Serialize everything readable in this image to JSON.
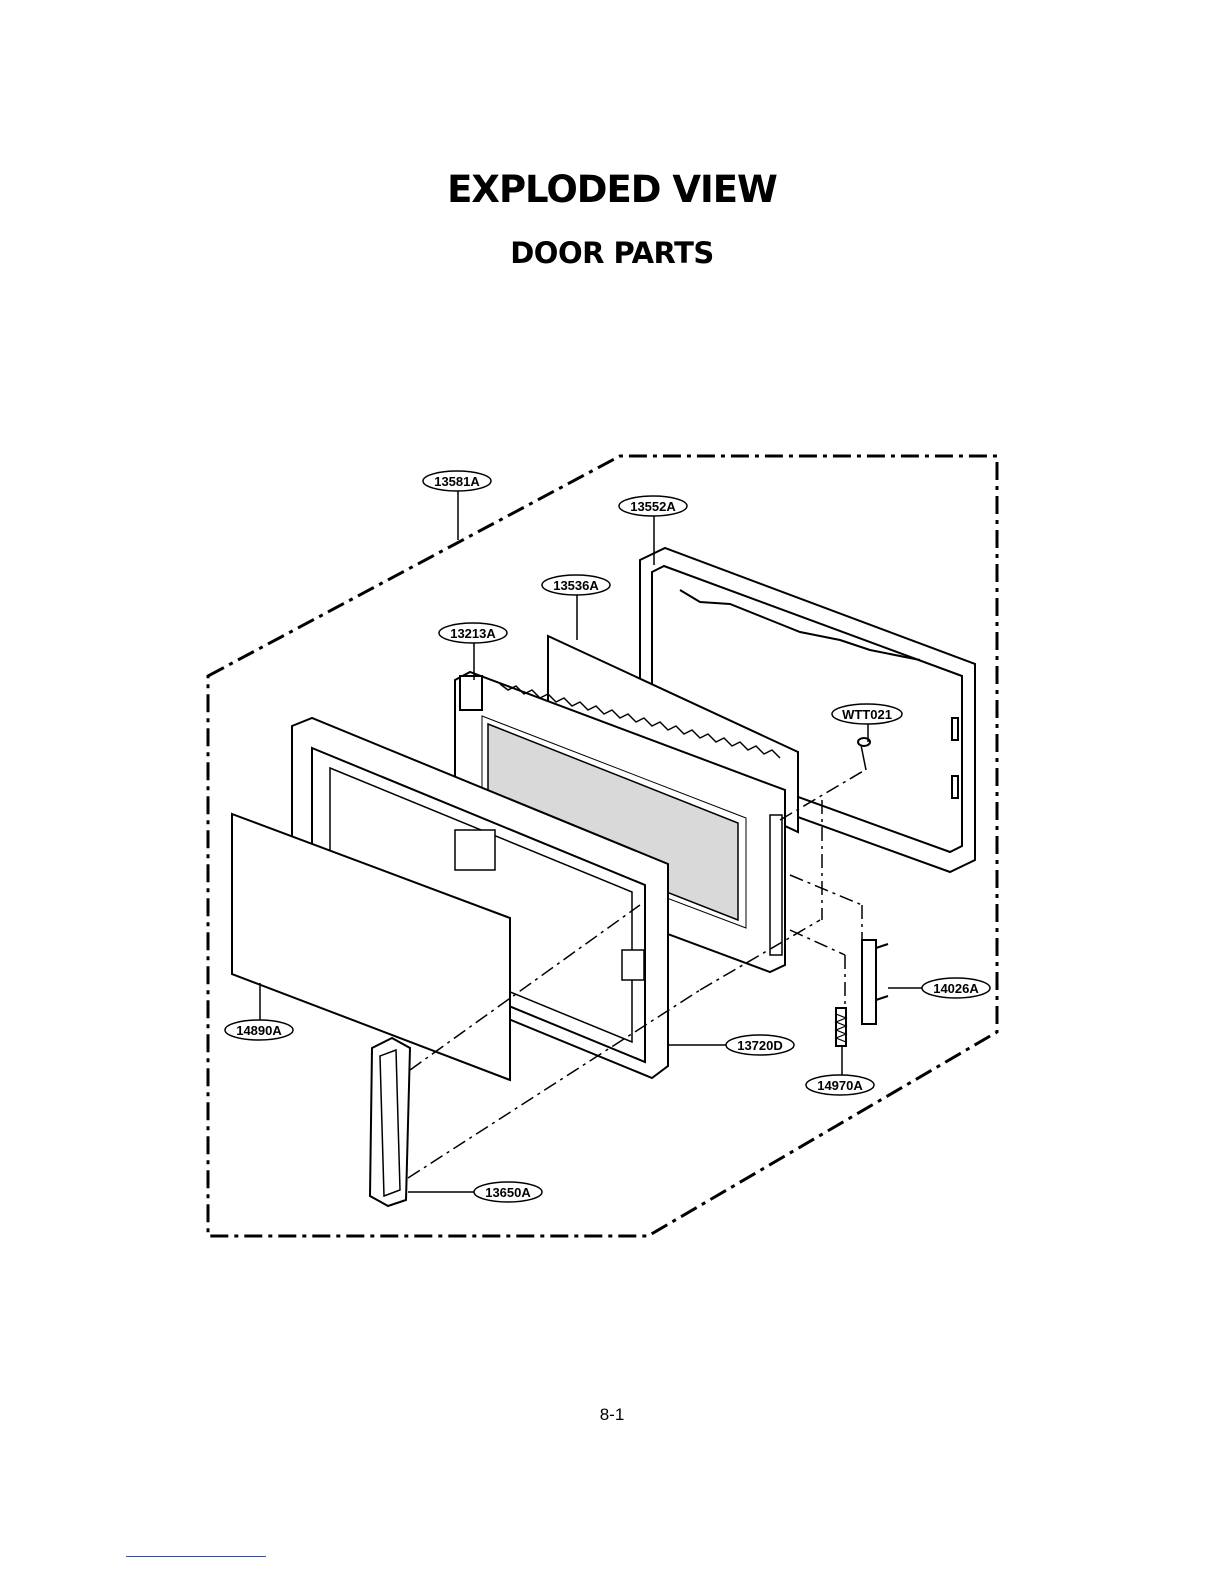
{
  "header": {
    "title": "EXPLODED VIEW",
    "subtitle": "DOOR PARTS"
  },
  "parts": [
    {
      "code": "13581A"
    },
    {
      "code": "13552A"
    },
    {
      "code": "13536A"
    },
    {
      "code": "13213A"
    },
    {
      "code": "WTT021"
    },
    {
      "code": "14890A"
    },
    {
      "code": "13720D"
    },
    {
      "code": "14026A"
    },
    {
      "code": "14970A"
    },
    {
      "code": "13650A"
    }
  ],
  "footer": {
    "page_number": "8-1"
  },
  "colors": {
    "ink": "#000000",
    "window": "#d9d9d9",
    "footer_rule": "#2a4bd0"
  }
}
